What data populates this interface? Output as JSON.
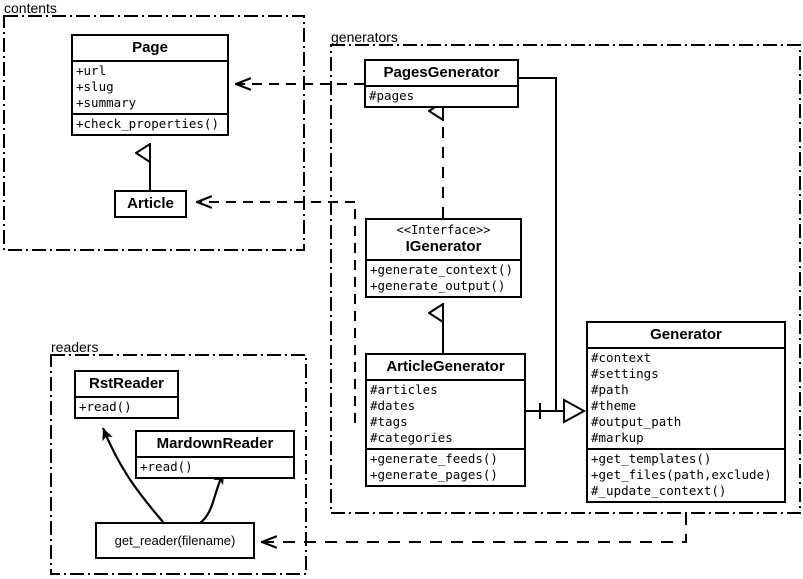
{
  "diagram": {
    "title": "Pelican UML class diagram",
    "stroke_color": "#000000",
    "background": "#ffffff"
  },
  "packages": [
    {
      "name": "contents",
      "label": "contents"
    },
    {
      "name": "generators",
      "label": "generators"
    },
    {
      "name": "readers",
      "label": "readers"
    }
  ],
  "classes": {
    "page": {
      "name": "Page",
      "attributes": [
        "+url",
        "+slug",
        "+summary"
      ],
      "operations": [
        "+check_properties()"
      ]
    },
    "article": {
      "name": "Article",
      "attributes": [],
      "operations": []
    },
    "pages_generator": {
      "name": "PagesGenerator",
      "attributes": [
        "#pages"
      ],
      "operations": []
    },
    "igenerator": {
      "stereotype": "<<Interface>>",
      "name": "IGenerator",
      "attributes": [],
      "operations": [
        "+generate_context()",
        "+generate_output()"
      ]
    },
    "article_generator": {
      "name": "ArticleGenerator",
      "attributes": [
        "#articles",
        "#dates",
        "#tags",
        "#categories"
      ],
      "operations": [
        "+generate_feeds()",
        "+generate_pages()"
      ]
    },
    "generator": {
      "name": "Generator",
      "attributes": [
        "#context",
        "#settings",
        "#path",
        "#theme",
        "#output_path",
        "#markup"
      ],
      "operations": [
        "+get_templates()",
        "+get_files(path,exclude)",
        "#_update_context()"
      ]
    },
    "rst_reader": {
      "name": "RstReader",
      "attributes": [],
      "operations": [
        "+read()"
      ]
    },
    "mardown_reader": {
      "name": "MardownReader",
      "attributes": [],
      "operations": [
        "+read()"
      ]
    },
    "get_reader": {
      "name": "get_reader(filename)"
    }
  },
  "relationships": [
    {
      "name": "article-inherits-page",
      "type": "generalization",
      "from": "Article",
      "to": "Page"
    },
    {
      "name": "pagesgenerator-uses-page",
      "type": "dependency",
      "from": "PagesGenerator",
      "to": "Page"
    },
    {
      "name": "articlegenerator-uses-article",
      "type": "dependency",
      "from": "ArticleGenerator",
      "to": "Article"
    },
    {
      "name": "pagesgenerator-realizes-igenerator",
      "type": "realization",
      "from": "PagesGenerator",
      "to": "IGenerator"
    },
    {
      "name": "articlegenerator-realizes-igenerator",
      "type": "realization",
      "from": "ArticleGenerator",
      "to": "IGenerator"
    },
    {
      "name": "pagesgenerator-inherits-generator",
      "type": "generalization",
      "from": "PagesGenerator",
      "to": "Generator"
    },
    {
      "name": "articlegenerator-inherits-generator",
      "type": "generalization",
      "from": "ArticleGenerator",
      "to": "Generator"
    },
    {
      "name": "generator-uses-getreader",
      "type": "dependency",
      "from": "Generator",
      "to": "get_reader(filename)"
    },
    {
      "name": "getreader-creates-rstreader",
      "type": "association",
      "from": "get_reader(filename)",
      "to": "RstReader"
    },
    {
      "name": "getreader-creates-mardownreader",
      "type": "association",
      "from": "get_reader(filename)",
      "to": "MardownReader"
    }
  ]
}
